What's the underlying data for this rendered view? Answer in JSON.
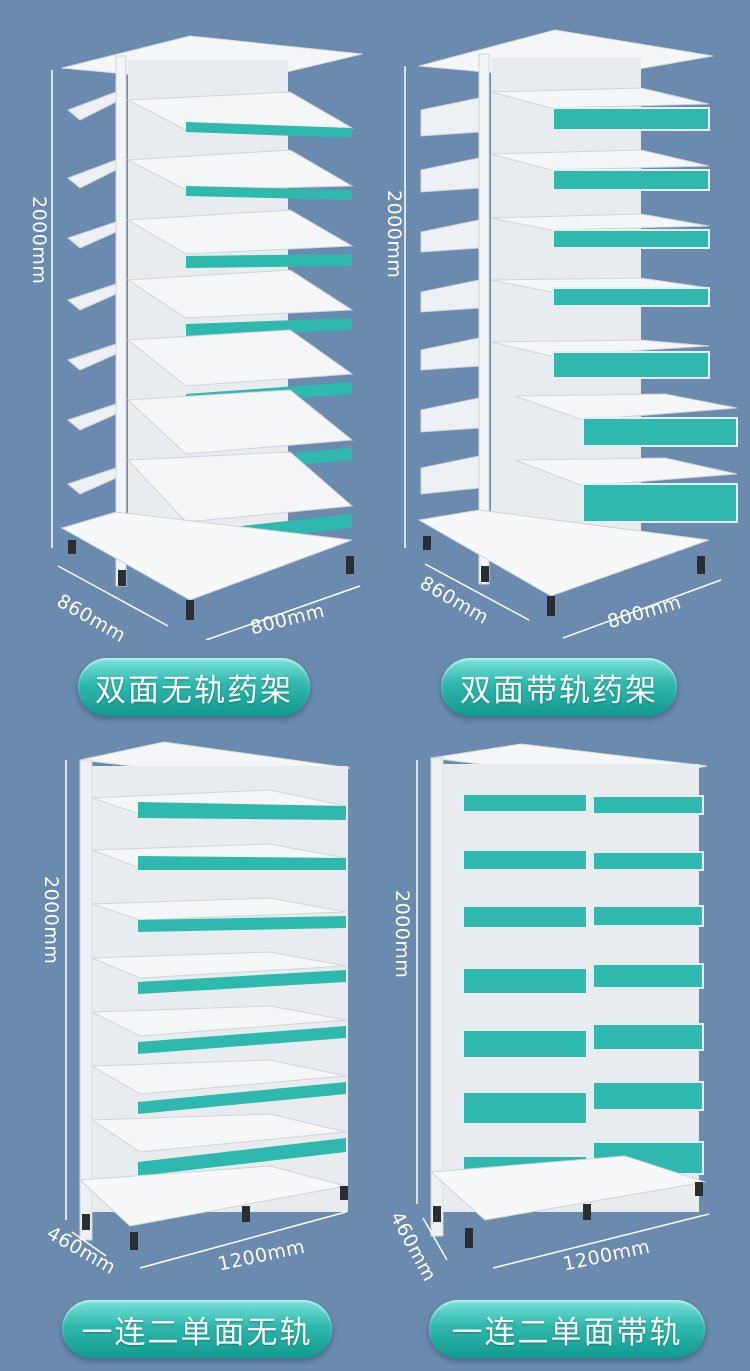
{
  "products": [
    {
      "label": "双面无轨药架",
      "height": "2000mm",
      "depth": "860mm",
      "width": "800mm"
    },
    {
      "label": "双面带轨药架",
      "height": "2000mm",
      "depth": "860mm",
      "width": "800mm"
    },
    {
      "label": "一连二单面无轨",
      "height": "2000mm",
      "depth": "460mm",
      "width": "1200mm"
    },
    {
      "label": "一连二单面带轨",
      "height": "2000mm",
      "depth": "460mm",
      "width": "1200mm"
    }
  ],
  "colors": {
    "background": "#6a8aae",
    "accent": "#2fb8ad",
    "shelf": "#f2f4f6"
  }
}
